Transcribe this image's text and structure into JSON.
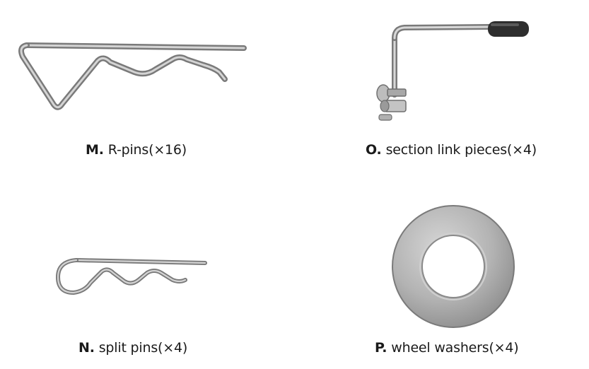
{
  "parts": [
    {
      "letter": "M.",
      "name": "R-pins(×16)"
    },
    {
      "letter": "O.",
      "name": "section link pieces(×4)"
    },
    {
      "letter": "N.",
      "name": "split pins(×4)"
    },
    {
      "letter": "P.",
      "name": "wheel washers(×4)"
    }
  ],
  "colors": {
    "metal": "#9a9a9a",
    "metal_dark": "#6b6b6b",
    "rubber": "#2e2e2e"
  }
}
